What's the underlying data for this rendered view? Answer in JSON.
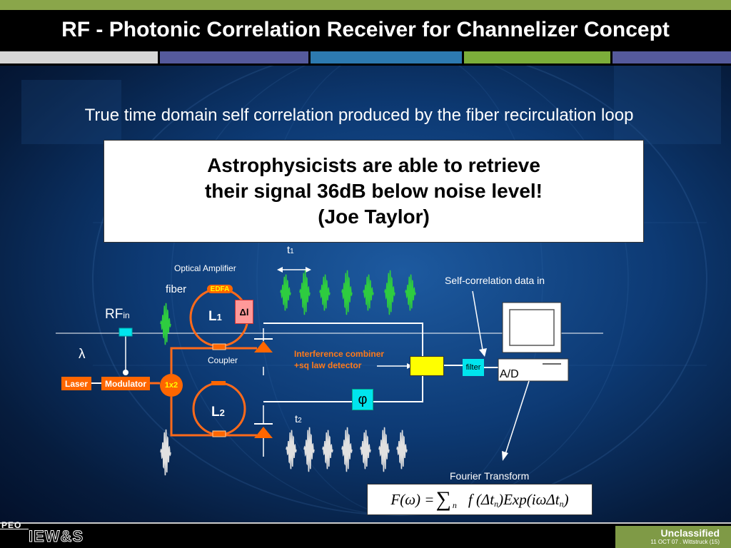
{
  "header": {
    "title": "RF - Photonic Correlation Receiver for Channelizer Concept",
    "bands": [
      "#d6d6d6",
      "#555a9c",
      "#2d7ab0",
      "#7cae3a",
      "#555a9c"
    ]
  },
  "subtitle": "True time domain self correlation produced by the fiber recirculation loop",
  "quote": {
    "line1": "Astrophysicists are able to retrieve",
    "line2": "their signal 36dB below noise level!",
    "line3": "(Joe Taylor)"
  },
  "diagram": {
    "optical_amplifier": "Optical Amplifier",
    "fiber": "fiber",
    "edfa": "EDFA",
    "delta_l": "Δl",
    "l1": "L",
    "l1_sub": "1",
    "l2": "L",
    "l2_sub": "2",
    "rf_in": "RF",
    "rf_in_sub": "in",
    "lambda": "λ",
    "laser": "Laser",
    "modulator": "Modulator",
    "splitter": "1x2",
    "coupler": "Coupler",
    "interference_line1": "Interference combiner",
    "interference_line2": "+sq law detector",
    "filter": "filter",
    "phi": "φ",
    "ad": "A/D",
    "t1": "t",
    "t1_sub": "1",
    "t2": "t",
    "t2_sub": "2",
    "self_correlation": "Self-correlation data in",
    "fourier_transform": "Fourier Transform",
    "colors": {
      "fiber": "#ff6a1a",
      "component": "#ff6600",
      "signal": "#2ecc40",
      "cyan": "#00e5ee"
    }
  },
  "formula": {
    "lhs": "F(ω) = ",
    "sigma": "∑",
    "sub_n": "n",
    "rhs1": "f (Δt",
    "rhs2": ")Exp(iωΔt",
    "rhs3": ")"
  },
  "footer": {
    "logo_top": "PEO",
    "logo_main": "IEW&S",
    "classification": "Unclassified",
    "footnote": "11 OCT 07 . Wittstruck  (15)"
  }
}
